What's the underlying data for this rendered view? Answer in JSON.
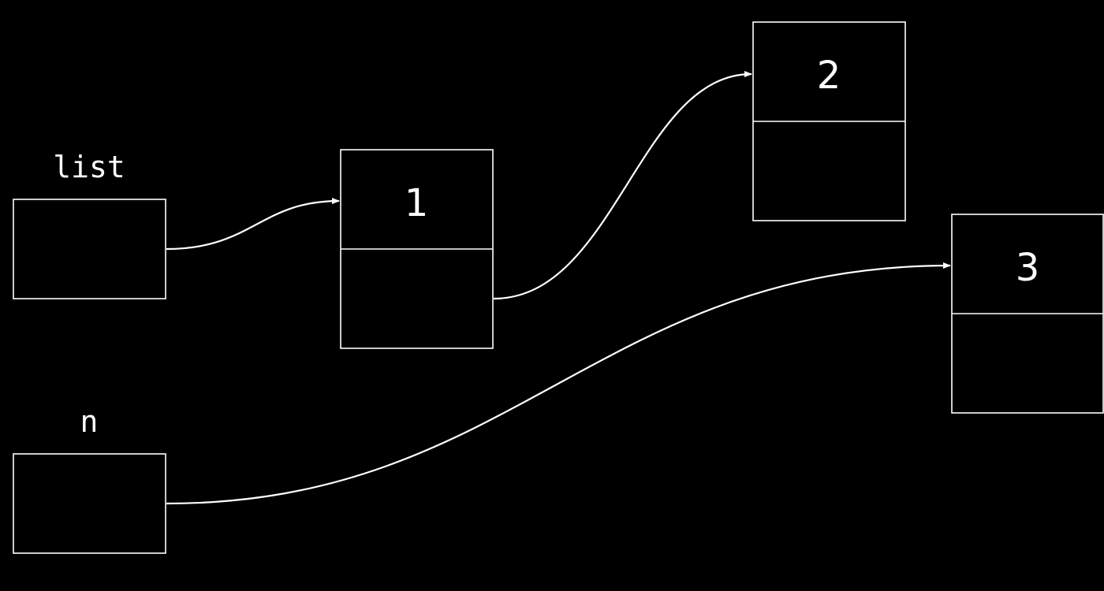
{
  "colors": {
    "background": "#000000",
    "stroke": "#ffffff",
    "text": "#ffffff"
  },
  "variables": {
    "list": {
      "label": "list"
    },
    "n": {
      "label": "n"
    }
  },
  "nodes": [
    {
      "value": "1"
    },
    {
      "value": "2"
    },
    {
      "value": "3"
    }
  ]
}
